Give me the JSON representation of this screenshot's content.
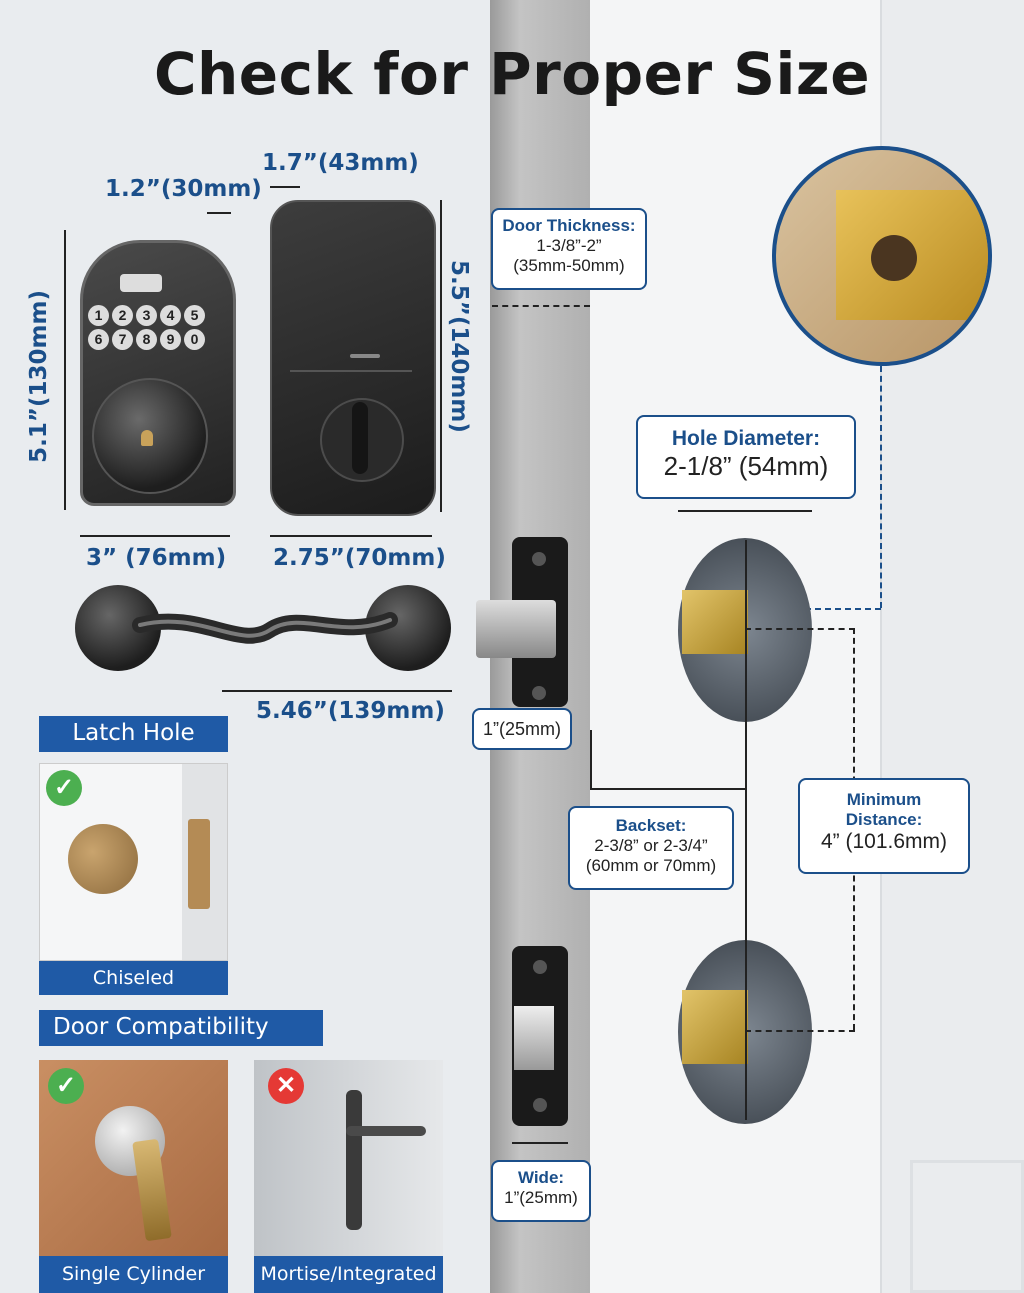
{
  "title": "Check for Proper Size",
  "keypad_lock": {
    "thickness": "1.2”(30mm)",
    "height": "5.1”(130mm)",
    "width": "3” (76mm)",
    "keys": [
      "1",
      "2",
      "3",
      "4",
      "5",
      "6",
      "7",
      "8",
      "9",
      "0"
    ]
  },
  "interior_lock": {
    "thickness": "1.7”(43mm)",
    "height": "5.5”(140mm)",
    "width": "2.75”(70mm)"
  },
  "handle": {
    "length": "5.46”(139mm)"
  },
  "door_thickness": {
    "heading": "Door Thickness:",
    "line1": "1-3/8”-2”",
    "line2": "(35mm-50mm)"
  },
  "latch_plate": {
    "label": "1”(25mm)"
  },
  "hole_diameter": {
    "heading": "Hole Diameter:",
    "value": "2-1/8” (54mm)"
  },
  "backset": {
    "heading": "Backset:",
    "line1": "2-3/8” or 2-3/4”",
    "line2": "(60mm or 70mm)"
  },
  "minimum_distance": {
    "heading1": "Minimum",
    "heading2": "Distance:",
    "value": "4” (101.6mm)"
  },
  "strike_wide": {
    "heading": "Wide:",
    "value": "1”(25mm)"
  },
  "latch_hole_section": {
    "banner": "Latch Hole",
    "caption": "Chiseled"
  },
  "door_compat_section": {
    "banner": "Door Compatibility",
    "ok_caption": "Single Cylinder",
    "bad_caption": "Mortise/Integrated"
  },
  "colors": {
    "accent": "#1b4f8a",
    "banner": "#1f5aa6",
    "ok": "#4caf50",
    "bad": "#e53935"
  }
}
